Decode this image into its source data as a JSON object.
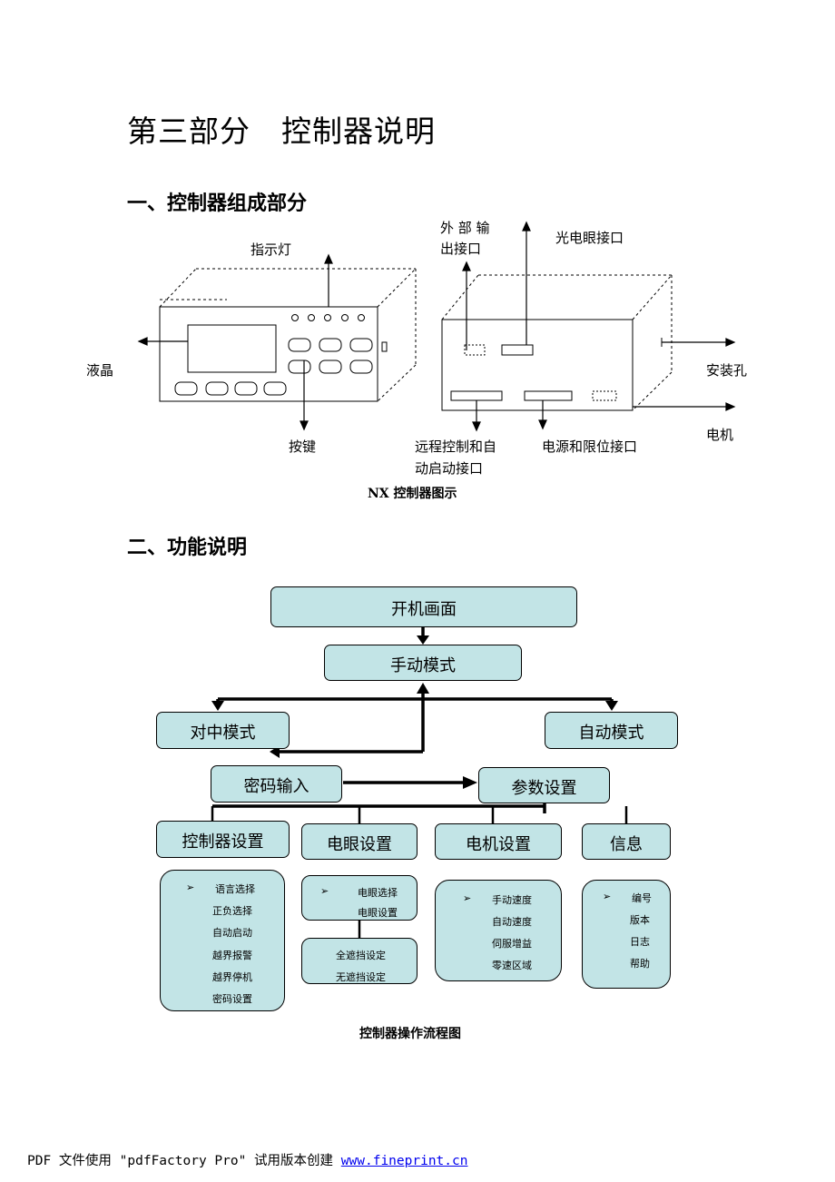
{
  "page_title": "第三部分　控制器说明",
  "section1": {
    "heading": "一、控制器组成部分",
    "labels": {
      "indicator": "指示灯",
      "lcd": "液晶",
      "keys": "按键",
      "ext_output_line1": "外 部 输",
      "ext_output_line2": "出接口",
      "photo_eye": "光电眼接口",
      "mount_hole": "安装孔",
      "motor": "电机",
      "remote_line1": "远程控制和自",
      "remote_line2": "动启动接口",
      "power_limit": "电源和限位接口"
    },
    "caption": "NX 控制器图示"
  },
  "section2": {
    "heading": "二、功能说明",
    "flow": {
      "boot": "开机画面",
      "manual": "手动模式",
      "center": "对中模式",
      "auto": "自动模式",
      "password": "密码输入",
      "params": "参数设置",
      "controller_settings": "控制器设置",
      "eye_settings": "电眼设置",
      "motor_settings": "电机设置",
      "info": "信息"
    },
    "controller_items": [
      "语言选择",
      "正负选择",
      "自动启动",
      "越界报警",
      "越界停机",
      "密码设置"
    ],
    "eye_items": [
      "电眼选择",
      "电眼设置"
    ],
    "eye_items2": [
      "全遮挡设定",
      "无遮挡设定"
    ],
    "motor_items": [
      "手动速度",
      "自动速度",
      "伺服增益",
      "零速区域"
    ],
    "info_items": [
      "编号",
      "版本",
      "日志",
      "帮助"
    ],
    "bullet": "➢",
    "caption": "控制器操作流程图"
  },
  "footer": {
    "text": "PDF 文件使用 \"pdfFactory Pro\" 试用版本创建 ",
    "link": "www.fineprint.cn"
  }
}
